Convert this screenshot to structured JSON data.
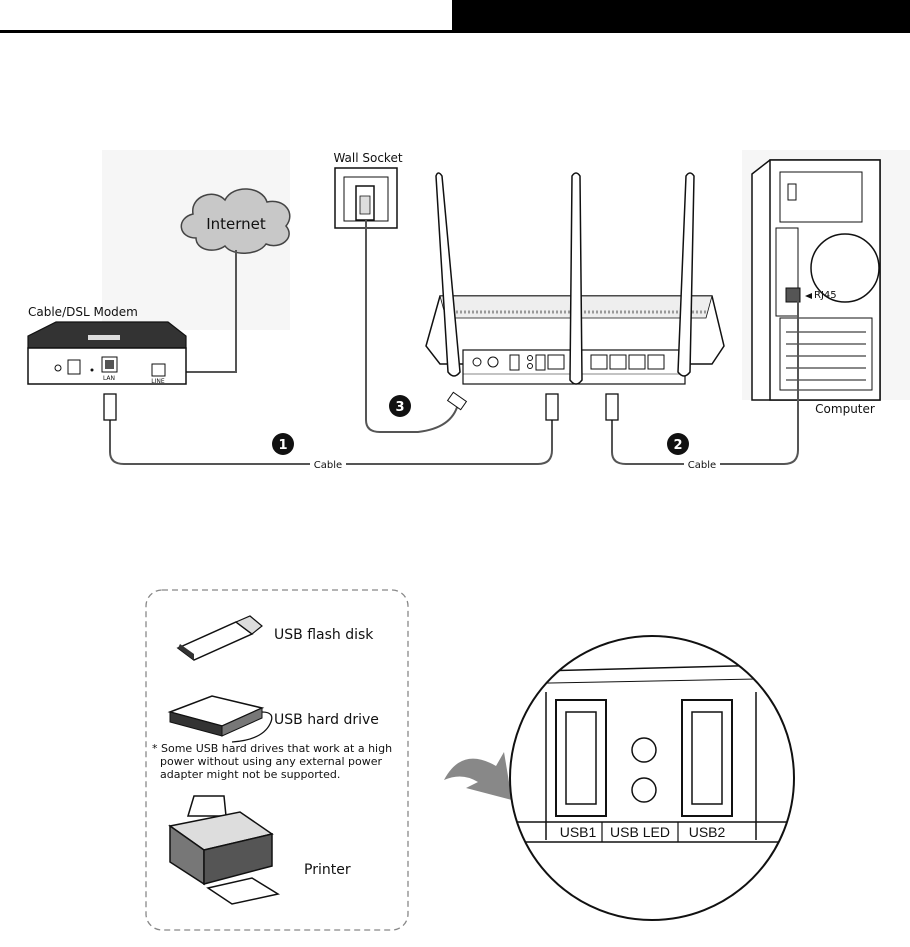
{
  "labels": {
    "internet": "Internet",
    "modem": "Cable/DSL Modem",
    "wall_socket": "Wall Socket",
    "computer": "Computer",
    "rj45": "RJ45",
    "cable_1": "Cable",
    "cable_2": "Cable",
    "lan": "LAN",
    "line": "LINE",
    "step1": "1",
    "step2": "2",
    "step3": "3"
  },
  "usb_devices": {
    "flash_disk": "USB flash disk",
    "hard_drive": "USB hard drive",
    "note_line1": "* Some USB hard drives that work at a high",
    "note_line2": "power without using any external power",
    "note_line3": "adapter might not be supported.",
    "printer": "Printer"
  },
  "usb_panel": {
    "usb1": "USB1",
    "usb_led": "USB LED",
    "usb2": "USB2"
  }
}
